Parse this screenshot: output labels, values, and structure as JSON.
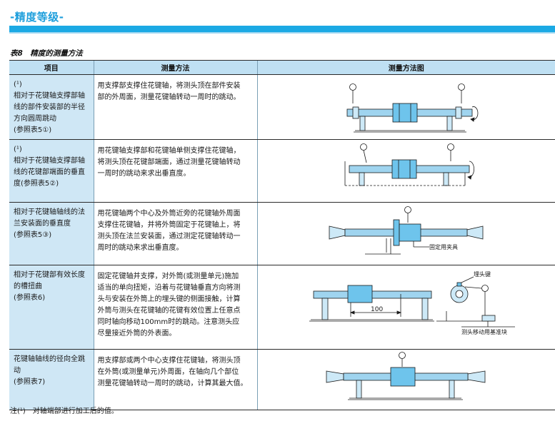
{
  "section_title": "-精度等级-",
  "caption": "表8　精度的测量方法",
  "headers": [
    "项目",
    "测量方法",
    "测量方法图"
  ],
  "rows": [
    {
      "item": [
        "(¹)",
        "相对于花键轴支撑部轴",
        "线的部件安装部的半径",
        "方向圆周跳动",
        "(参照表5①)"
      ],
      "method": [
        "用支撑部支撑住花键轴，将测头顶在部件安装",
        "部的外周面，测量花键轴转动一周时的跳动。"
      ]
    },
    {
      "item": [
        "(¹)",
        "相对于花键轴支撑部轴",
        "线的花键部端面的垂直",
        "度(参照表5②)"
      ],
      "method": [
        "用花键轴支撑部和花键轴单侧支撑住花键轴，",
        "将测头顶在花键部端面，通过测量花键轴转动",
        "一周时的跳动来求出垂直度。"
      ]
    },
    {
      "item": [
        "相对于花键轴轴线的法",
        "兰安装面的垂直度",
        "(参照表5③)"
      ],
      "method": [
        "用花键轴两个中心及外筒近旁的花键轴外周面",
        "支撑住花键轴，并将外筒固定于花键轴上，将",
        "测头顶在法兰安装面，通过测定花键轴转动一",
        "周时的跳动来求出垂直度。"
      ],
      "fig_label": "固定用夹具"
    },
    {
      "item": [
        "相对于花键部有效长度",
        "的槽扭曲",
        "(参照表6)"
      ],
      "method": [
        "固定花键轴并支撑，对外筒(或测量单元)施加",
        "适当的单向扭矩，沿着与花键轴垂直方向将测",
        "头与安装在外筒上的埋头键的侧面接触，计算",
        "外筒与测头在花键轴的花键有效位置上任意点",
        "同时轴向移动100mm时的跳动。注意测头应",
        "尽量接近外筒的外表面。"
      ],
      "fig_label_key": "埋头键",
      "fig_label_block": "测头移动用基准块",
      "fig_dimension": "100"
    },
    {
      "item": [
        "花键轴轴线的径向全跳",
        "动",
        "(参照表7)"
      ],
      "method": [
        "用支撑部或两个中心支撑住花键轴，将测头顶",
        "在外筒(或测量单元)外周面，在轴向几个部位",
        "测量花键轴转动一周时的跳动，计算其最大值。"
      ]
    }
  ],
  "note": "注(¹)　对轴端部进行加工后的值。"
}
